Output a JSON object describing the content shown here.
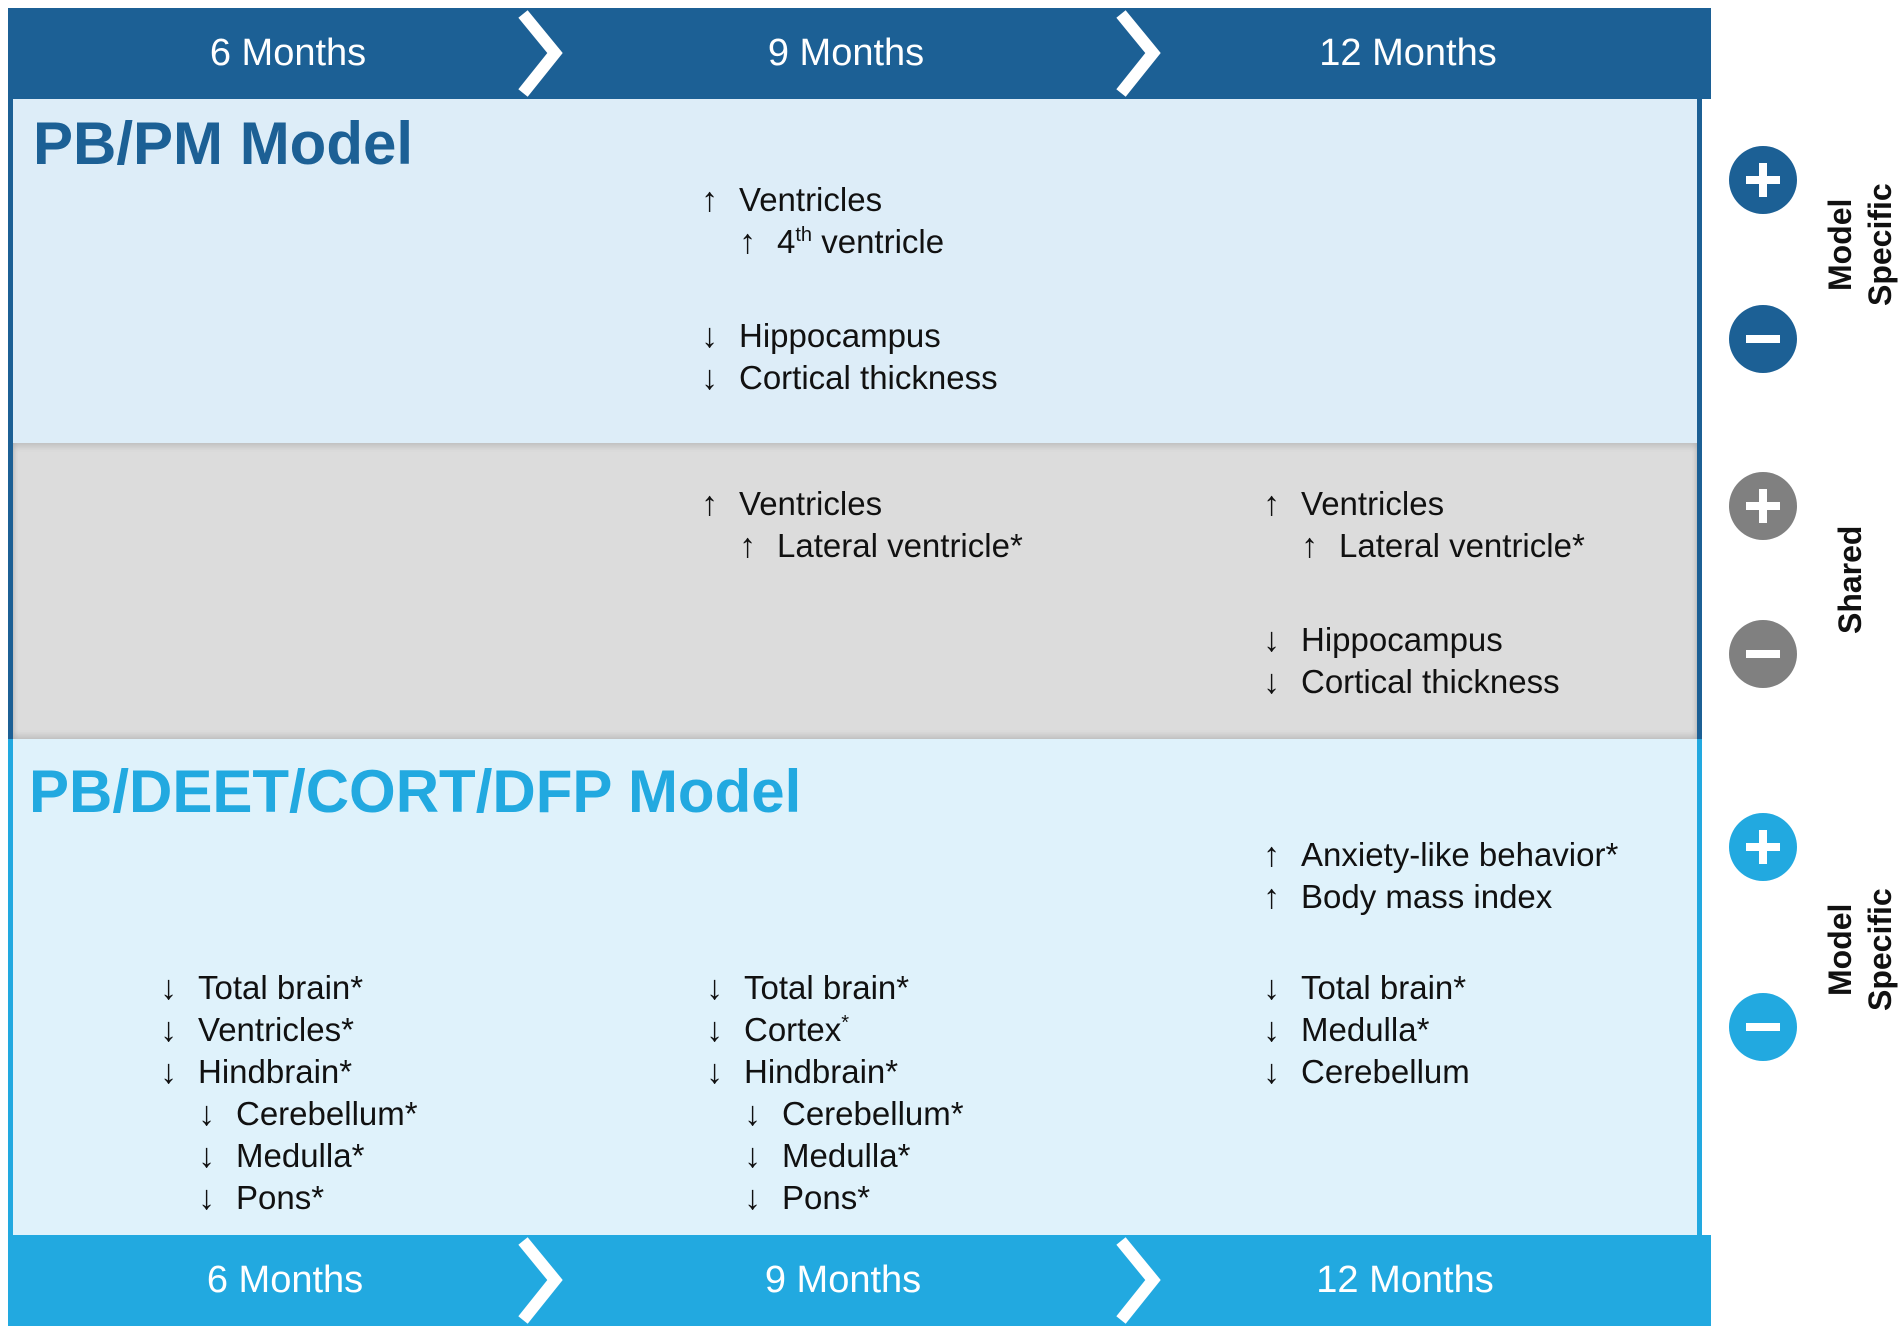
{
  "timeline": {
    "months": [
      "6 Months",
      "9 Months",
      "12 Months"
    ]
  },
  "models": {
    "pbpm_title": "PB/PM Model",
    "deet_title": "PB/DEET/CORT/DFP Model"
  },
  "pbpm": {
    "m9": [
      {
        "dir": "↑",
        "text": "Ventricles",
        "indent": false
      },
      {
        "dir": "↑",
        "text_pre": "4",
        "sup": "th",
        "text": " ventricle",
        "indent": true
      },
      {
        "dir": "↓",
        "text": "Hippocampus",
        "indent": false
      },
      {
        "dir": "↓",
        "text": "Cortical thickness",
        "indent": false
      }
    ]
  },
  "shared": {
    "m9": [
      {
        "dir": "↑",
        "text": "Ventricles",
        "indent": false
      },
      {
        "dir": "↑",
        "text": "Lateral ventricle*",
        "indent": true
      }
    ],
    "m12": [
      {
        "dir": "↑",
        "text": "Ventricles",
        "indent": false
      },
      {
        "dir": "↑",
        "text": "Lateral ventricle*",
        "indent": true
      },
      {
        "dir": "↓",
        "text": "Hippocampus",
        "indent": false
      },
      {
        "dir": "↓",
        "text": "Cortical thickness",
        "indent": false
      }
    ]
  },
  "deet": {
    "m6": [
      {
        "dir": "↓",
        "text": "Total brain*",
        "indent": false
      },
      {
        "dir": "↓",
        "text": "Ventricles*",
        "indent": false
      },
      {
        "dir": "↓",
        "text": "Hindbrain*",
        "indent": false
      },
      {
        "dir": "↓",
        "text": "Cerebellum*",
        "indent": true
      },
      {
        "dir": "↓",
        "text": "Medulla*",
        "indent": true
      },
      {
        "dir": "↓",
        "text": "Pons*",
        "indent": true
      }
    ],
    "m9": [
      {
        "dir": "↓",
        "text": "Total brain*",
        "indent": false
      },
      {
        "dir": "↓",
        "text": "Cortex",
        "sup_after": "*",
        "indent": false
      },
      {
        "dir": "↓",
        "text": "Hindbrain*",
        "indent": false
      },
      {
        "dir": "↓",
        "text": "Cerebellum*",
        "indent": true
      },
      {
        "dir": "↓",
        "text": "Medulla*",
        "indent": true
      },
      {
        "dir": "↓",
        "text": "Pons*",
        "indent": true
      }
    ],
    "m12_up": [
      {
        "dir": "↑",
        "text": "Anxiety-like behavior*",
        "indent": false
      },
      {
        "dir": "↑",
        "text": "Body mass index",
        "indent": false
      }
    ],
    "m12_down": [
      {
        "dir": "↓",
        "text": "Total brain*",
        "indent": false
      },
      {
        "dir": "↓",
        "text": "Medulla*",
        "indent": false
      },
      {
        "dir": "↓",
        "text": "Cerebellum",
        "indent": false
      }
    ]
  },
  "legend": {
    "model_specific": "Model Specific",
    "shared": "Shared"
  },
  "colors": {
    "dark_blue": "#1c6095",
    "light_blue": "#22a9e0",
    "gray": "#808080"
  }
}
